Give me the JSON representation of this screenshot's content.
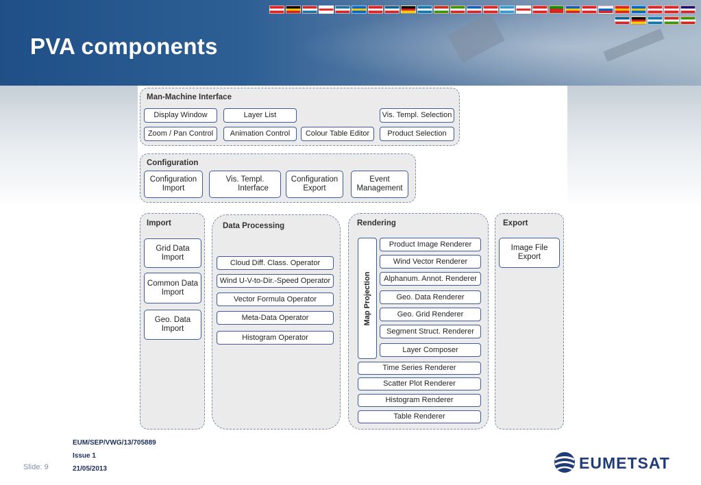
{
  "slide": {
    "title": "PVA components",
    "slide_label": "Slide: 9",
    "doc_ref": "EUM/SEP/VWG/13/705889",
    "issue": "Issue 1",
    "date": "21/05/2013",
    "logo_text": "EUMETSAT"
  },
  "colors": {
    "header_blue": "#1f4f86",
    "box_border": "#3d5a9a",
    "group_fill": "#ebebeb",
    "logo_blue": "#1f3b78"
  },
  "diagram": {
    "mmi": {
      "label": "Man-Machine Interface",
      "items": [
        "Display Window",
        "Layer List",
        "Vis. Templ. Selection",
        "Zoom / Pan Control",
        "Animation Control",
        "Colour Table Editor",
        "Product Selection"
      ]
    },
    "configuration": {
      "label": "Configuration",
      "items": [
        {
          "line1": "Configuration",
          "line2": "Import"
        },
        {
          "line1": "Vis. Templ.",
          "line2": "Interface"
        },
        {
          "line1": "Configuration",
          "line2": "Export"
        },
        {
          "line1": "Event",
          "line2": "Management"
        }
      ]
    },
    "import": {
      "label": "Import",
      "items": [
        {
          "line1": "Grid Data",
          "line2": "Import"
        },
        {
          "line1": "Common Data",
          "line2": "Import"
        },
        {
          "line1": "Geo. Data",
          "line2": "Import"
        }
      ]
    },
    "data_processing": {
      "label": "Data Processing",
      "items": [
        "Cloud Diff. Class. Operator",
        "Wind U-V-to-Dir.-Speed Operator",
        "Vector Formula Operator",
        "Meta-Data Operator",
        "Histogram Operator"
      ]
    },
    "rendering": {
      "label": "Rendering",
      "map_projection": "Map Projection",
      "projected": [
        "Product Image Renderer",
        "Wind Vector Renderer",
        "Alphanum. Annot. Renderer",
        "Geo. Data Renderer",
        "Geo. Grid Renderer",
        "Segment Struct. Renderer",
        "Layer Composer"
      ],
      "other": [
        "Time Series Renderer",
        "Scatter Plot Renderer",
        "Histogram Renderer",
        "Table Renderer"
      ]
    },
    "export": {
      "label": "Export",
      "items": [
        {
          "line1": "Image File",
          "line2": "Export"
        }
      ]
    }
  }
}
